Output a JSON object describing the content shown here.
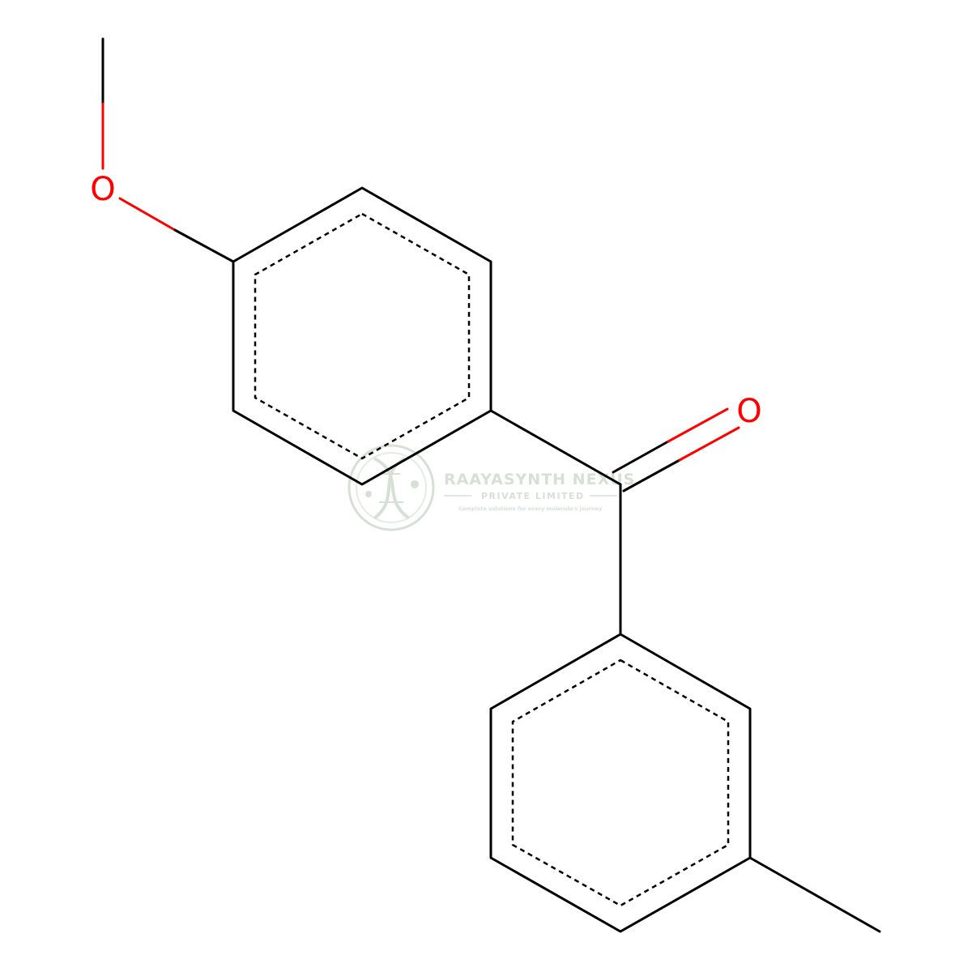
{
  "molecule": {
    "atoms": {
      "methoxy_oxygen": "O",
      "carbonyl_oxygen": "O"
    },
    "colors": {
      "bond": "#000000",
      "oxygen": "#ff0000",
      "background": "#ffffff"
    }
  },
  "watermark": {
    "title": "RAAYASYNTH NEXUS",
    "subtitle": "PRIVATE LIMITED",
    "tagline": "Complete solutions for every molecule's journey",
    "color": "#b5c7b5"
  }
}
